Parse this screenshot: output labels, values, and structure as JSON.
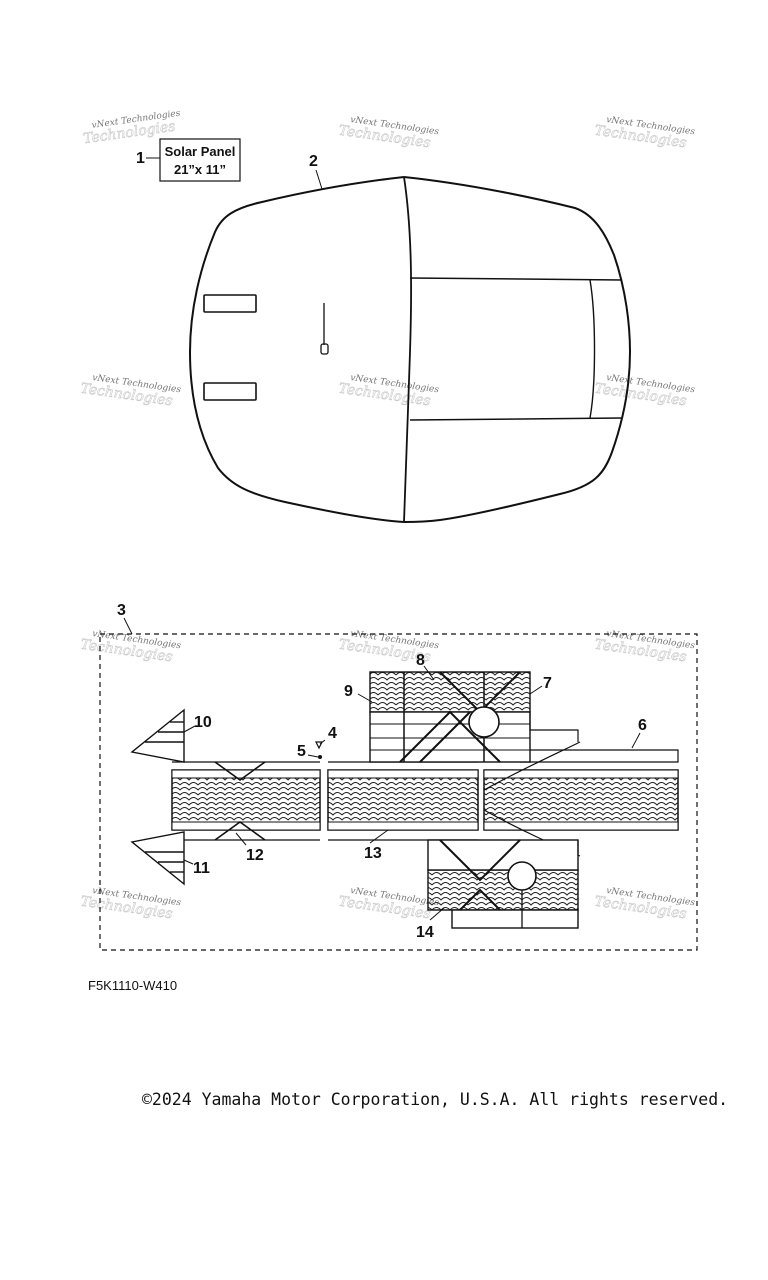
{
  "watermark": {
    "line1": "vNext Technologies",
    "line2": "Technologies"
  },
  "solar_panel_box": {
    "line1": "Solar Panel",
    "line2": "21”x 11”"
  },
  "callouts": [
    "1",
    "2",
    "3",
    "4",
    "5",
    "6",
    "7",
    "8",
    "9",
    "10",
    "11",
    "12",
    "13",
    "14"
  ],
  "diagram_code": "F5K1110-W410",
  "copyright": "©2024 Yamaha Motor Corporation, U.S.A. All rights reserved."
}
